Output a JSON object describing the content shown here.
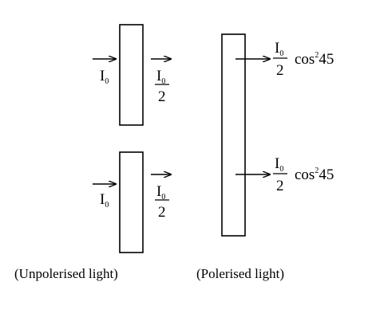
{
  "symbols": {
    "intensity": "I",
    "subscript": "0",
    "half_denominator": "2",
    "cos_base": "cos",
    "cos_power": "2",
    "cos_angle": "45"
  },
  "captions": {
    "unpolarised": "(Unpolerised light)",
    "polarised": "(Polerised light)"
  },
  "colors": {
    "ink": "#000000",
    "background": "#ffffff"
  }
}
